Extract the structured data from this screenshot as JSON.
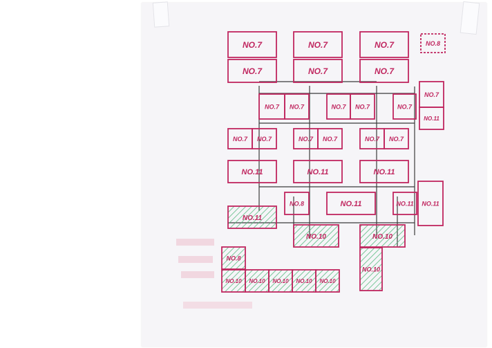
{
  "labels": {
    "no7": "NO.7",
    "no8": "NO.8",
    "no10": "NO.10",
    "no11": "NO.11"
  },
  "colors": {
    "ink": "#c0265f",
    "pencil": "#3b3b3b",
    "hatch": "#4fb879",
    "paper": "#f6f5f8"
  }
}
